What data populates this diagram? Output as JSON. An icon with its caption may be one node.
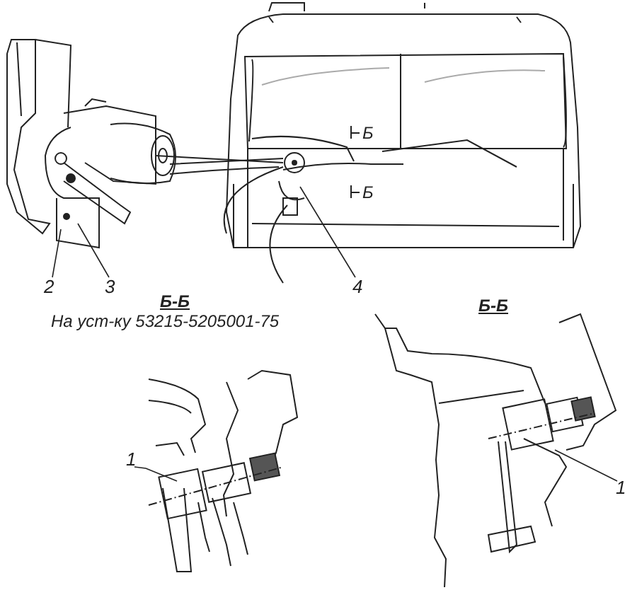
{
  "diagram": {
    "nodes": [
      {
        "text": [
          "2"
        ]
      },
      {
        "text": [
          "3"
        ]
      },
      {
        "text": [
          "4"
        ]
      },
      {
        "text": [
          "1"
        ]
      },
      {
        "text": [
          "1"
        ]
      }
    ],
    "edges": [
      {
        "from": 0,
        "to": null,
        "arrow": "none"
      },
      {
        "from": 1,
        "to": null,
        "arrow": "none"
      },
      {
        "from": 2,
        "to": null,
        "arrow": "none"
      },
      {
        "from": 3,
        "to": null,
        "arrow": "none"
      },
      {
        "from": 4,
        "to": null,
        "arrow": "none"
      }
    ],
    "labels": [
      "Б",
      "Б",
      "Б-Б",
      "На уст-ку 53215-5205001-75",
      "Б-Б"
    ]
  }
}
